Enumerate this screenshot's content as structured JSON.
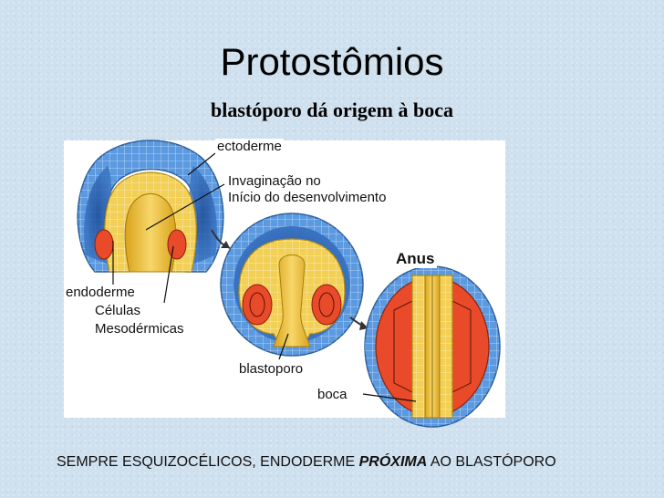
{
  "title": "Protostômios",
  "subtitle": "blastóporo dá origem à boca",
  "labels": {
    "ectoderme": "ectoderme",
    "invaginacao_line1": "Invaginação no",
    "invaginacao_line2": "Início do desenvolvimento",
    "anus": "Anus",
    "endoderme": "endoderme",
    "celulas": "Células",
    "mesodermicas": "Mesodérmicas",
    "blastoporo": "blastoporo",
    "boca": "boca"
  },
  "footer": {
    "before": "SEMPRE ESQUIZOCÉLICOS, ENDODERME ",
    "emphasis": "PRÓXIMA",
    "after": " AO BLASTÓPORO"
  },
  "colors": {
    "ectoderm": "#4a90d9",
    "endoderm": "#f2c12e",
    "mesoderm": "#e84a2a",
    "blastocoel": "#2f5fa8",
    "panel": "#ffffff"
  }
}
